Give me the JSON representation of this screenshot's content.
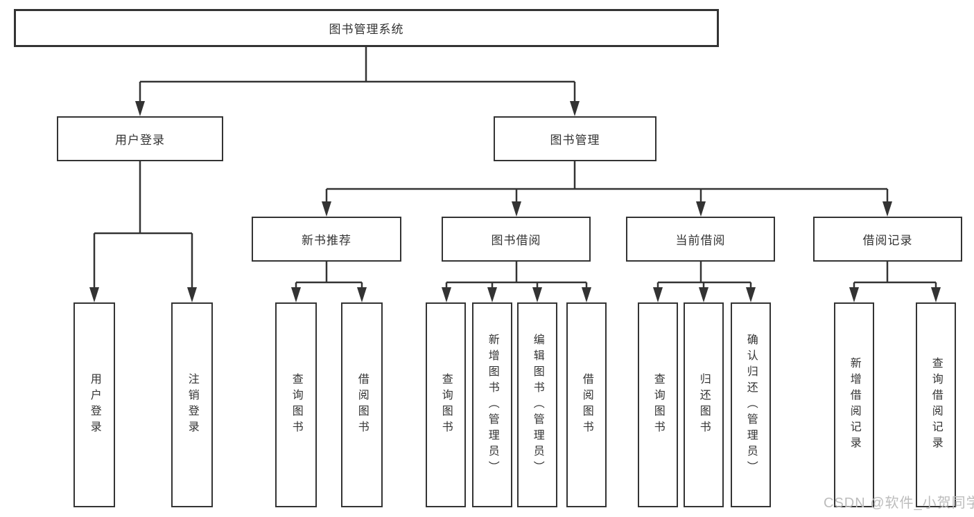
{
  "diagram": {
    "title_node": {
      "label": "图书管理系统"
    },
    "branches": [
      {
        "label": "用户登录",
        "children": [
          {
            "label": "用户登录"
          },
          {
            "label": "注销登录"
          }
        ]
      },
      {
        "label": "图书管理",
        "modules": [
          {
            "label": "新书推荐",
            "children": [
              {
                "label": "查询图书"
              },
              {
                "label": "借阅图书"
              }
            ]
          },
          {
            "label": "图书借阅",
            "children": [
              {
                "label": "查询图书"
              },
              {
                "label": "新增图书（管理员）"
              },
              {
                "label": "编辑图书（管理员）"
              },
              {
                "label": "借阅图书"
              }
            ]
          },
          {
            "label": "当前借阅",
            "children": [
              {
                "label": "查询图书"
              },
              {
                "label": "归还图书"
              },
              {
                "label": "确认归还（管理员）"
              }
            ]
          },
          {
            "label": "借阅记录",
            "children": [
              {
                "label": "新增借阅记录"
              },
              {
                "label": "查询借阅记录"
              }
            ]
          }
        ]
      }
    ],
    "watermark": "CSDN @软件_小贺同学",
    "colors": {
      "line": "#333333",
      "box_border": "#333333",
      "text": "#333333",
      "background": "#ffffff",
      "watermark_text": "#bcbcbc"
    }
  }
}
